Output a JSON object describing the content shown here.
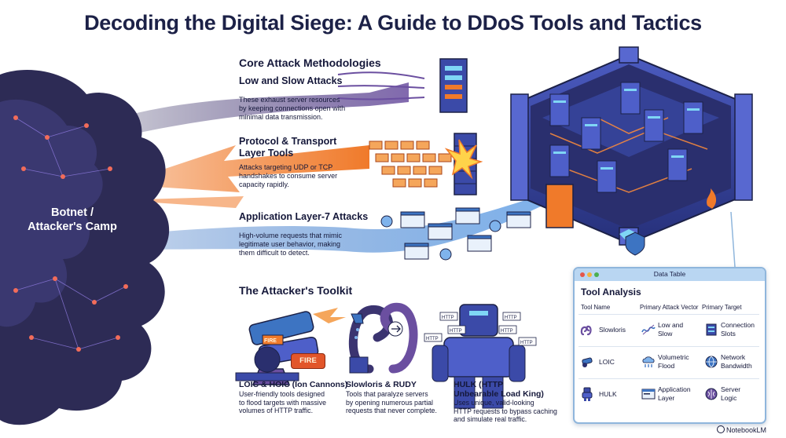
{
  "title": "Decoding the Digital Siege: A Guide to DDoS Tools and Tactics",
  "camp_label": "Botnet /\nAttacker's Camp",
  "methodologies": {
    "heading": "Core Attack Methodologies",
    "items": [
      {
        "title": "Low and Slow Attacks",
        "desc": "These exhaust server resources\nby keeping connections open with\nminimal data transmission.",
        "color": "#6b4fa0"
      },
      {
        "title": "Protocol & Transport\nLayer Tools",
        "desc": "Attacks targeting UDP or TCP\nhandshakes to consume server\ncapacity rapidly.",
        "color": "#f07a2a"
      },
      {
        "title": "Application Layer-7 Attacks",
        "desc": "High-volume requests that mimic\nlegitimate user behavior, making\nthem difficult to detect.",
        "color": "#3d74c2"
      }
    ]
  },
  "toolkit": {
    "heading": "The Attacker's Toolkit",
    "fire_label": "FIRE",
    "cannon_label": "FIRE",
    "http_tag": "HTTP",
    "tools": [
      {
        "title": "LOIC & HOIC (Ion Cannons)",
        "desc": "User-friendly tools designed\nto flood targets with massive\nvolumes of HTTP traffic."
      },
      {
        "title": "Slowloris & RUDY",
        "desc": "Tools that paralyze servers\nby opening numerous partial\nrequests that never complete."
      },
      {
        "title": "HULK (HTTP\nUnbearable Load King)",
        "desc": "Uses unique, valid-looking\nHTTP requests to bypass caching\nand simulate real traffic."
      }
    ]
  },
  "data_table": {
    "window_title": "Data Table",
    "heading": "Tool Analysis",
    "columns": [
      "Tool Name",
      "Primary Attack Vector",
      "Primary Target"
    ],
    "rows": [
      {
        "tool": "Slowloris",
        "vector": "Low and\nSlow",
        "target": "Connection\nSlots",
        "tool_icon": "snake-icon",
        "vector_icon": "wave-icon",
        "target_icon": "connection-icon"
      },
      {
        "tool": "LOIC",
        "vector": "Volumetric\nFlood",
        "target": "Network\nBandwidth",
        "tool_icon": "cannon-icon",
        "vector_icon": "cloud-flood-icon",
        "target_icon": "network-icon"
      },
      {
        "tool": "HULK",
        "vector": "Application\nLayer",
        "target": "Server\nLogic",
        "tool_icon": "robot-icon",
        "vector_icon": "browser-icon",
        "target_icon": "brain-icon"
      }
    ]
  },
  "brand": "NotebookLM",
  "colors": {
    "title": "#1c2147",
    "cloud": "#2d2b55",
    "purple": "#6b4fa0",
    "orange": "#f07a2a",
    "blue": "#3d74c2",
    "fortress": "#3b4aa8"
  }
}
